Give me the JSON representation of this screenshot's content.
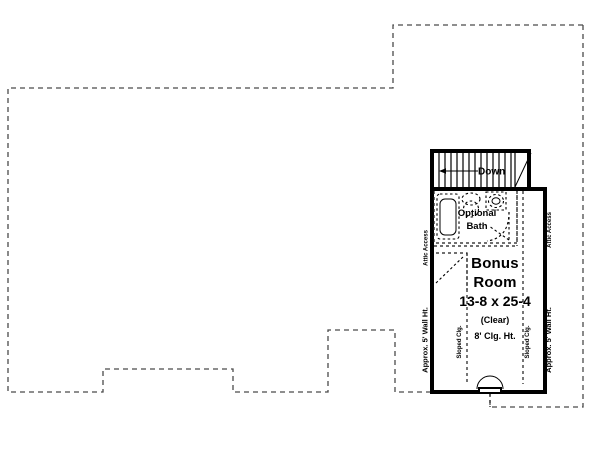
{
  "document": {
    "type": "architectural-floor-plan",
    "title": "Bonus Room Floor Plan",
    "background_color": "#ffffff",
    "line_color": "#000000",
    "dashed_color": "#4a4a4a"
  },
  "rooms": [
    {
      "id": "bonus-room",
      "name_line1": "Bonus",
      "name_line2": "Room",
      "dimensions": "13-8 x 25-4",
      "qualifier": "(Clear)",
      "ceiling_height": "8' Clg. Ht."
    },
    {
      "id": "optional-bath",
      "name_line1": "Optional",
      "name_line2": "Bath"
    }
  ],
  "stairs": {
    "label": "Down",
    "direction": "down",
    "tread_count": 14
  },
  "annotations": {
    "attic_access_left": "Attic Access",
    "attic_access_right": "Attic Access",
    "wall_height_left": "Approx. 5' Wall Ht.",
    "wall_height_right": "Approx. 5' Wall Ht.",
    "sloped_ceiling_left": "Sloped Clg.",
    "sloped_ceiling_right": "Sloped Clg."
  },
  "fixtures": [
    {
      "name": "bathtub",
      "location": "optional-bath-left"
    },
    {
      "name": "toilet",
      "location": "optional-bath-center"
    },
    {
      "name": "sink",
      "location": "optional-bath-right"
    },
    {
      "name": "window",
      "location": "bonus-room-bottom-wall"
    },
    {
      "name": "door-swing",
      "location": "optional-bath-entry"
    },
    {
      "name": "attic-access-hatch",
      "location": "bonus-room-upper-left"
    }
  ]
}
